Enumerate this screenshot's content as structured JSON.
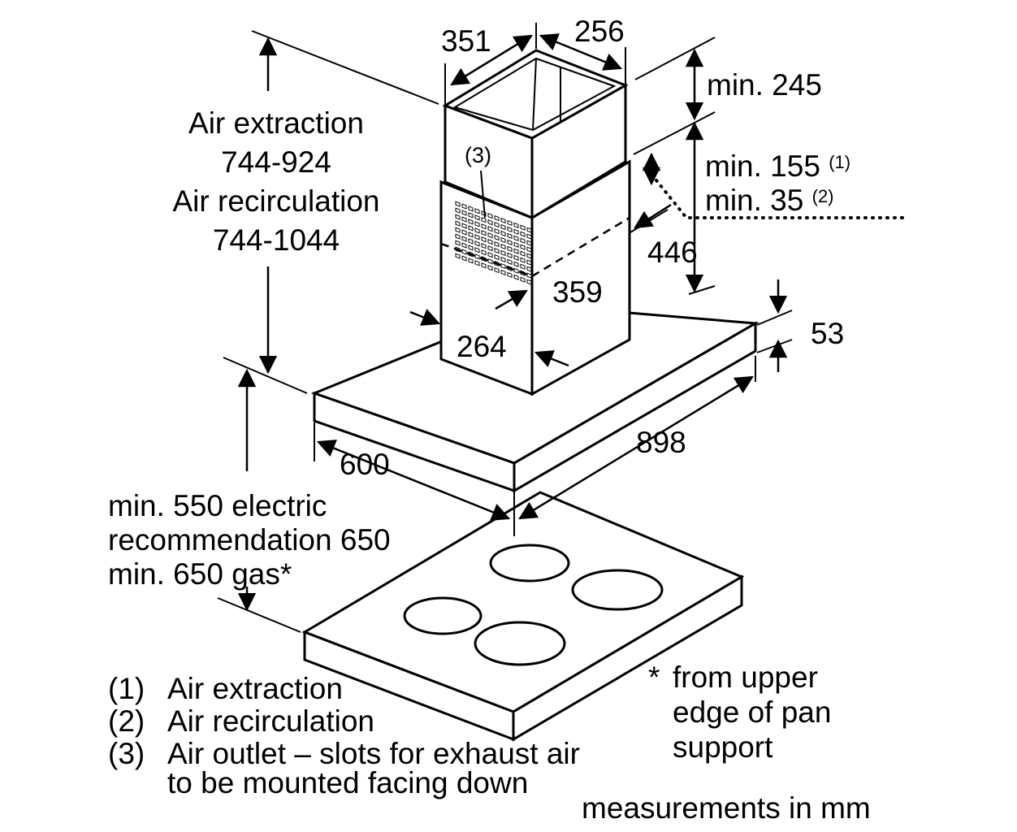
{
  "dimensions": {
    "chimney_depth": "351",
    "chimney_width": "256",
    "top_clearance": "min. 245",
    "extraction_clearance": "min. 155",
    "extraction_note": "(1)",
    "recirculation_clearance": "min. 35",
    "recirculation_note": "(2)",
    "outlet_ref": "(3)",
    "lower_chimney_height": "446",
    "lower_chimney_depth": "359",
    "lower_chimney_width": "264",
    "canopy_height": "53",
    "canopy_width": "898",
    "canopy_depth": "600"
  },
  "height_label": {
    "line1": "Air extraction",
    "line2": "744-924",
    "line3": "Air recirculation",
    "line4": "744-1044"
  },
  "distance_label": {
    "line1": "min. 550 electric",
    "line2": "recommendation 650",
    "line3": "min. 650 gas*"
  },
  "legend": [
    {
      "key": "(1)",
      "text": "Air extraction"
    },
    {
      "key": "(2)",
      "text": "Air recirculation"
    },
    {
      "key": "(3)",
      "text": "Air outlet – slots for exhaust air"
    },
    {
      "key": "",
      "text": "to be mounted facing down"
    }
  ],
  "footnote": {
    "mark": "*",
    "line1": "from upper",
    "line2": "edge of pan",
    "line3": "support"
  },
  "units_note": "measurements in mm"
}
